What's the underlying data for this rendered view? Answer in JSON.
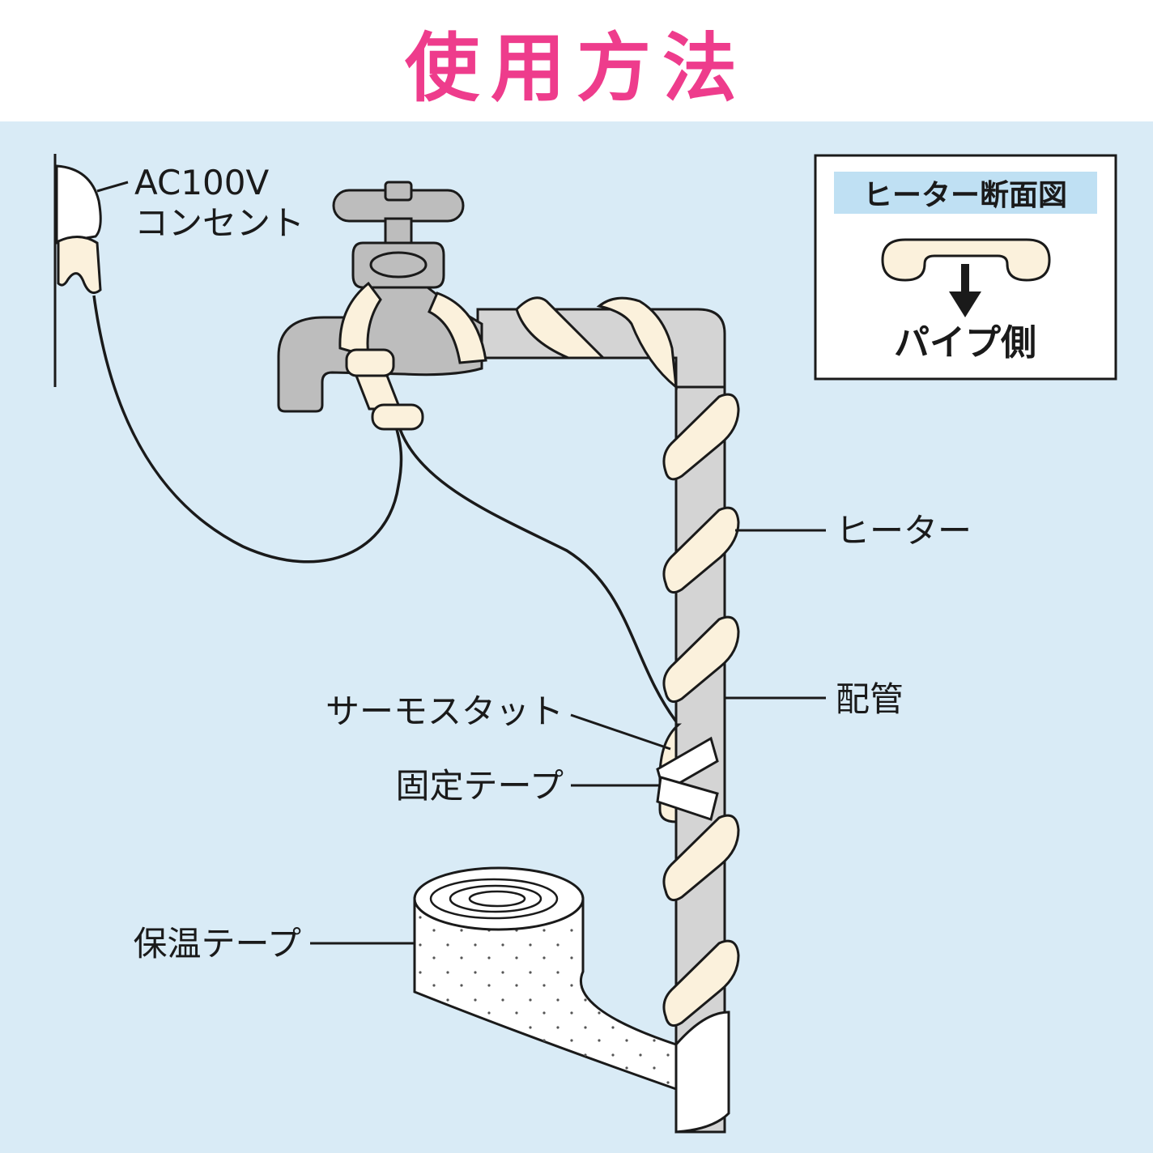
{
  "title": "使用方法",
  "labels": {
    "outlet_line1": "AC100V",
    "outlet_line2": "コンセント",
    "heater": "ヒーター",
    "pipe": "配管",
    "thermostat": "サーモスタット",
    "fixing_tape": "固定テープ",
    "insulation_tape": "保温テープ"
  },
  "cross_section": {
    "title": "ヒーター断面図",
    "caption": "パイプ側"
  },
  "colors": {
    "title": "#ee3c8c",
    "background": "#d9ebf6",
    "pipe": "#d4d4d4",
    "heater": "#fbf1dc",
    "section_header": "#bfe0f3",
    "line": "#1a1a1a"
  }
}
